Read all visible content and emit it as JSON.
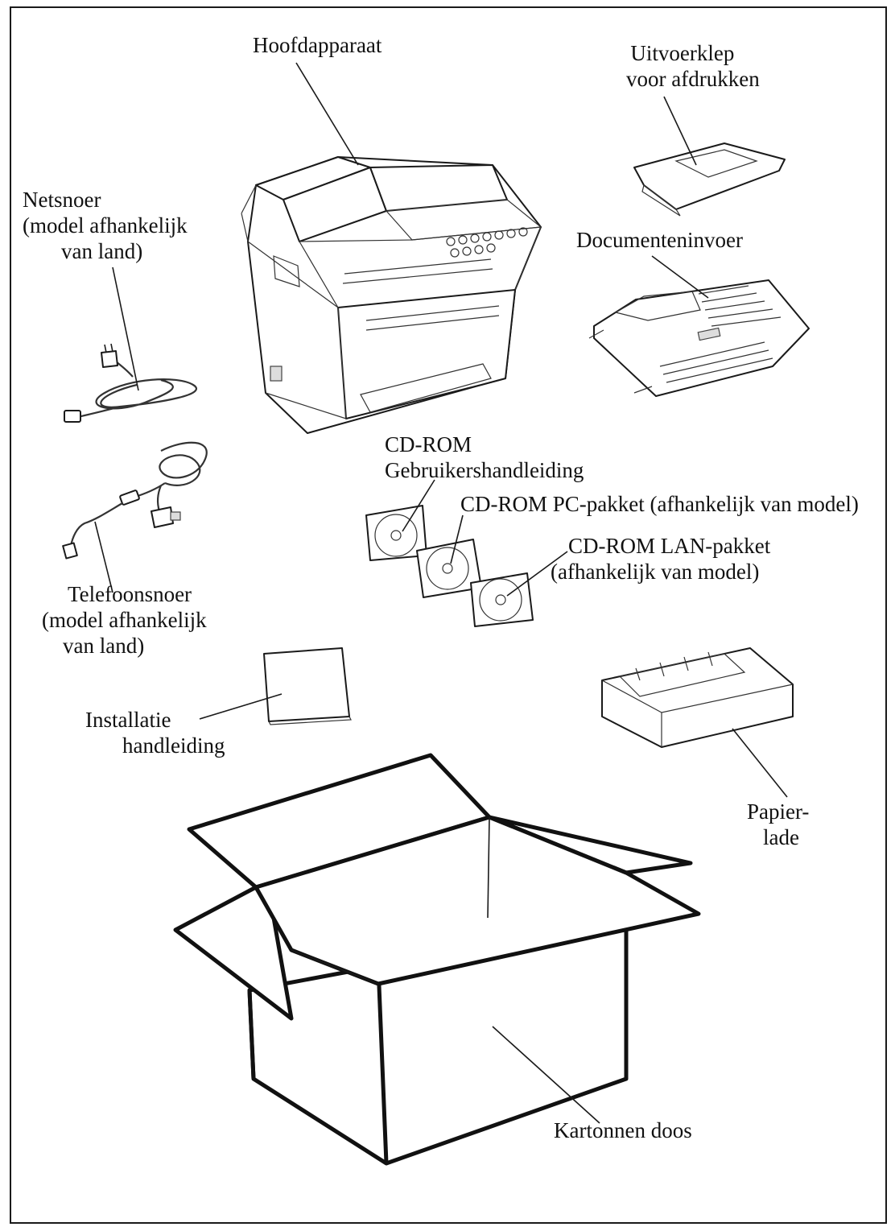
{
  "colors": {
    "line": "#1a1a1a",
    "background": "#ffffff"
  },
  "labels": {
    "main_unit": "Hoofdapparaat",
    "output_flap_1": "Uitvoerklep",
    "output_flap_2": "voor afdrukken",
    "document_feeder": "Documenteninvoer",
    "power_cord_1": "Netsnoer",
    "power_cord_2": "(model afhankelijk",
    "power_cord_3": "van land)",
    "cd_user_guide_1": "CD-ROM",
    "cd_user_guide_2": "Gebruikershandleiding",
    "cd_pc_kit": "CD-ROM PC-pakket (afhankelijk van model)",
    "cd_lan_kit_1": "CD-ROM LAN-pakket",
    "cd_lan_kit_2": "(afhankelijk van model)",
    "phone_cord_1": "Telefoonsnoer",
    "phone_cord_2": "(model afhankelijk",
    "phone_cord_3": "van land)",
    "install_guide_1": "Installatie",
    "install_guide_2": "handleiding",
    "paper_tray_1": "Papier-",
    "paper_tray_2": "lade",
    "carton_box": "Kartonnen doos"
  }
}
